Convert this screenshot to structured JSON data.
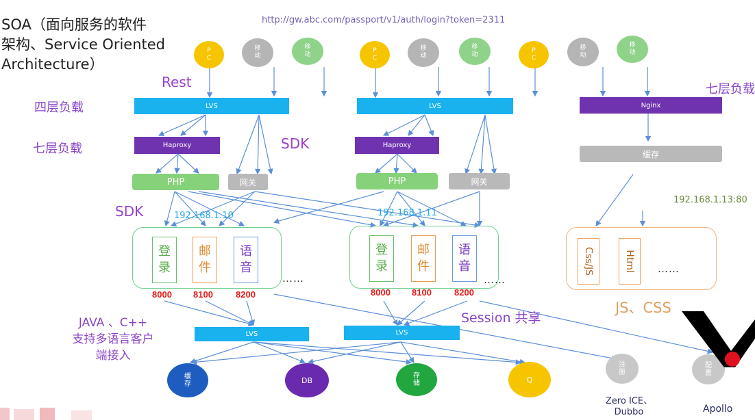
{
  "title": "SOA（面向服务的软件\n架构、Service Oriented\nArchitecture）",
  "url": "http://gw.abc.com/passport/v1/auth/login?token=2311",
  "labels": {
    "rest": "Rest",
    "four_layer": "四层负载",
    "seven_layer_left": "七层负载",
    "seven_layer_right": "七层负载",
    "sdk_top": "SDK",
    "sdk_left": "SDK",
    "multi_lang": "JAVA 、C++\n支持多语言客户\n端接入",
    "session": "Session 共享",
    "js_css": "JS、CSS",
    "ip_right": "192.168.1.13:80"
  },
  "clients": {
    "pc": "P\nC",
    "mobile": "移\n动"
  },
  "clusters": [
    {
      "lvs": "LVS",
      "haproxy": "Haproxy",
      "php": "PHP",
      "gateway": "网关",
      "ip": "192.168.1.10",
      "services": [
        {
          "name": "登\n录",
          "port": "8000"
        },
        {
          "name": "邮\n件",
          "port": "8100"
        },
        {
          "name": "语\n音",
          "port": "8200"
        }
      ],
      "ellipsis": "……"
    },
    {
      "lvs": "LVS",
      "haproxy": "Haproxy",
      "php": "PHP",
      "gateway": "网关",
      "ip": "192.168.1.11",
      "services": [
        {
          "name": "登\n录",
          "port": "8000"
        },
        {
          "name": "邮\n件",
          "port": "8100"
        },
        {
          "name": "语\n音",
          "port": "8200"
        }
      ],
      "ellipsis": "……"
    }
  ],
  "right_stack": {
    "nginx": "Nginx",
    "cache": "缓存",
    "css_js": "Css/JS",
    "html": "Html",
    "ellipsis": "……"
  },
  "bottom": {
    "lvs1": "LVS",
    "lvs2": "LVS",
    "cache": "缓\n存",
    "db": "DB",
    "storage": "存\n储",
    "queue": "Q",
    "registry": "注\n册",
    "config": "配\n置",
    "registry_label": "Zero ICE、\nDubbo",
    "config_label": "Apollo"
  },
  "colors": {
    "lvs": "#19b2ee",
    "haproxy": "#7033b0",
    "php": "#86d27a",
    "gateway": "#b9b9b9",
    "nginx": "#7033b0",
    "pc": "#f6c500",
    "mobile_gray": "#b5b5b5",
    "mobile_green": "#8fd28a",
    "port": "#e51a1a",
    "ip": "#22a8e8"
  }
}
